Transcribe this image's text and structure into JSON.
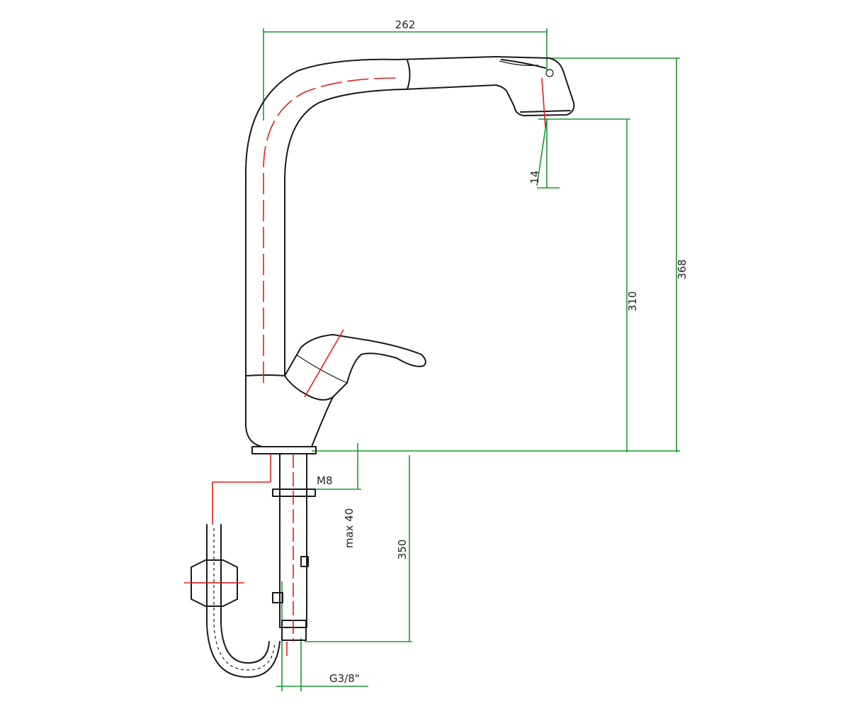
{
  "dimensions": {
    "width_262": "262",
    "height_368": "368",
    "height_310": "310",
    "angle_14": "14",
    "mount_350": "350",
    "max_40": "max 40",
    "thread_m8": "M8",
    "connector_g38": "G3/8\""
  },
  "colors": {
    "dimension_lines": "#1a9a2e",
    "center_lines": "#e0201b",
    "outline": "#1a1a1a"
  }
}
